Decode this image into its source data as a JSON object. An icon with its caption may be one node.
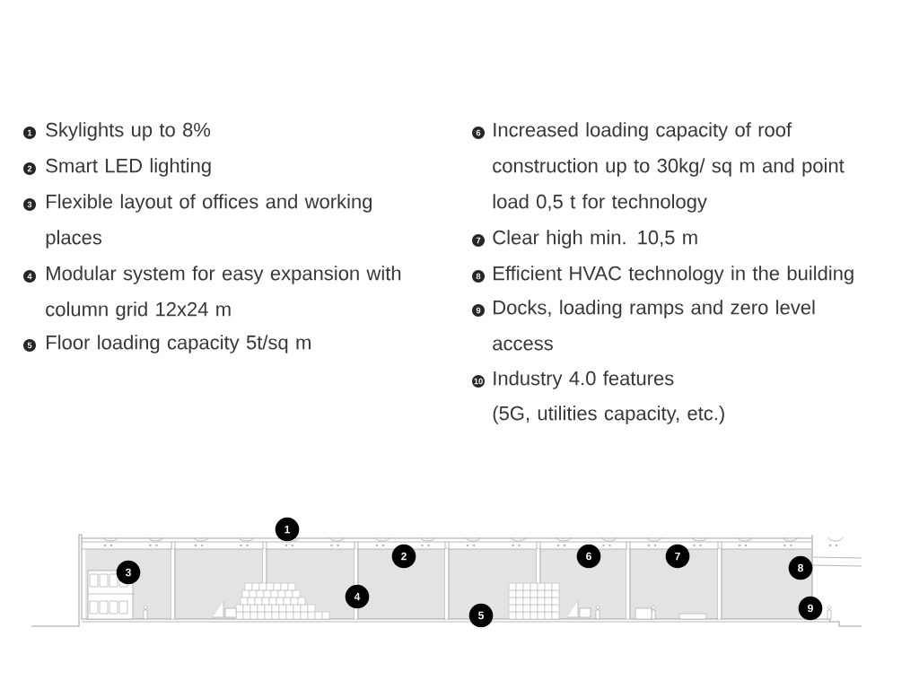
{
  "diagram": {
    "labels": [
      "1",
      "Skylights up to 8%",
      "2",
      "Smart LED lighting",
      "3",
      "Flexible layout of offices and working places",
      "4",
      "Modular system for easy expansion with column grid 12x24 m",
      "5",
      "Floor loading capacity 5t/sq m",
      "6",
      "Increased loading capacity of roof construction up to 30kg/ sq m and point load 0,5 t for technology",
      "7",
      "Clear high min. 10,5 m",
      "8",
      "Efficient HVAC technology in the building",
      "9",
      "Docks, loading ramps and zero level access",
      "10",
      "Industry 4.0 features",
      "(5G, utilities capacity, etc.)",
      "1",
      "2",
      "3",
      "4",
      "5",
      "6",
      "7",
      "8",
      "9"
    ]
  }
}
